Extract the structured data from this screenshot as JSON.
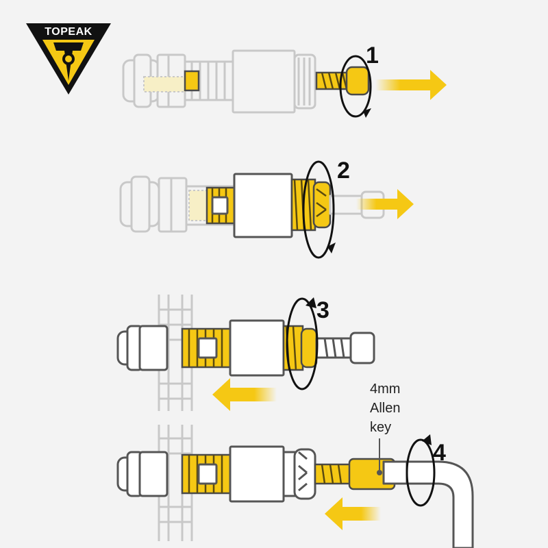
{
  "brand": {
    "name": "TOPEAK",
    "colors": {
      "logo_black": "#111111",
      "logo_yellow": "#f5c814",
      "accent_yellow": "#f5c814",
      "outline_gray": "#c8c8c8",
      "outline_dark": "#555555",
      "background": "#f3f3f3"
    }
  },
  "steps": [
    {
      "number": "1",
      "arrow": "right"
    },
    {
      "number": "2",
      "arrow": "right"
    },
    {
      "number": "3",
      "arrow": "left"
    },
    {
      "number": "4",
      "arrow": "left"
    }
  ],
  "tool_label": {
    "line1": "4mm",
    "line2": "Allen",
    "line3": "key"
  },
  "icons": [
    "topeak-logo-icon",
    "rotate-arrow-icon",
    "direction-arrow-icon",
    "allen-key-icon"
  ]
}
